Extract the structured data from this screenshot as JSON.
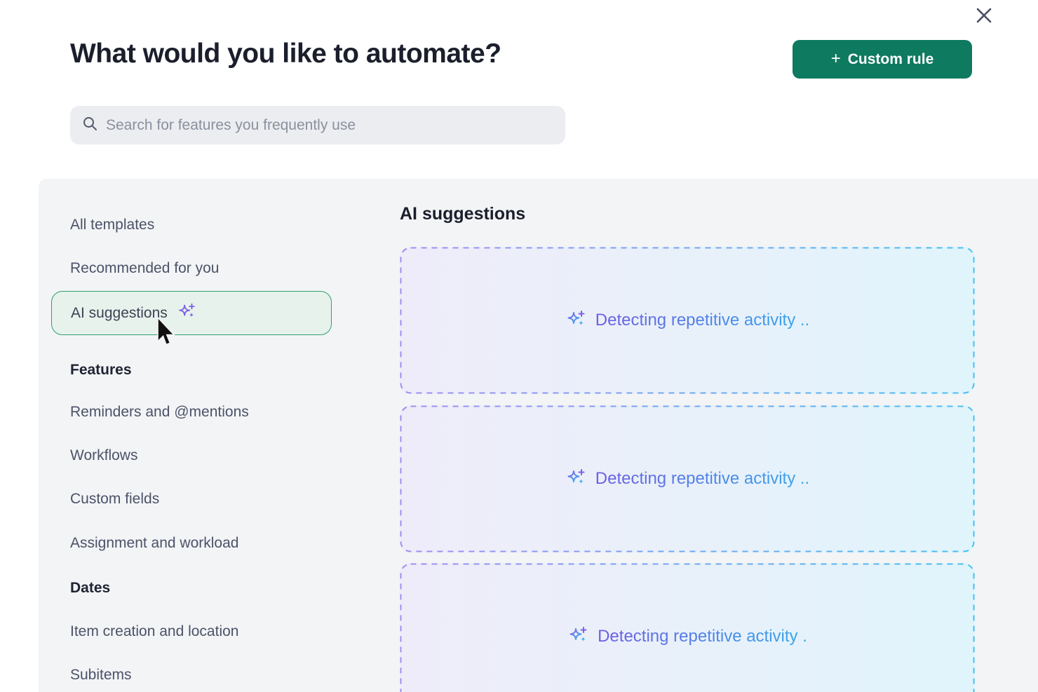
{
  "modal": {
    "title": "What would you like to automate?",
    "close_icon": "x-icon",
    "custom_rule_button": {
      "plus": "+",
      "label": "Custom rule",
      "color": "#0e7a60"
    },
    "search": {
      "placeholder": "Search for features you frequently use",
      "value": "",
      "icon": "magnifier"
    }
  },
  "sidebar": {
    "items": [
      {
        "label": "All templates",
        "type": "item"
      },
      {
        "label": "Recommended for you",
        "type": "item"
      },
      {
        "label": "AI suggestions",
        "type": "item",
        "selected": true,
        "icon": "ai-sparkle"
      },
      {
        "label": "Features",
        "type": "header"
      },
      {
        "label": "Reminders and @mentions",
        "type": "item"
      },
      {
        "label": "Workflows",
        "type": "item"
      },
      {
        "label": "Custom fields",
        "type": "item"
      },
      {
        "label": "Assignment and workload",
        "type": "item"
      },
      {
        "label": "Dates",
        "type": "header"
      },
      {
        "label": "Item creation and location",
        "type": "item"
      },
      {
        "label": "Subitems",
        "type": "item"
      }
    ]
  },
  "content": {
    "heading": "AI suggestions",
    "cards": [
      {
        "label": "Detecting repetitive activity ..",
        "icon": "ai-sparkle"
      },
      {
        "label": "Detecting repetitive activity ..",
        "icon": "ai-sparkle"
      },
      {
        "label": "Detecting repetitive activity .",
        "icon": "ai-sparkle"
      }
    ]
  },
  "colors": {
    "accent_green": "#0e7a60",
    "selected_pill_border": "#2f9e6e",
    "selected_pill_bg": "#e7f2ec",
    "panel_bg": "#f3f4f6",
    "ai_purple": "#7b5fe8",
    "ai_cyan": "#3fb3ea",
    "card_border_gradient": [
      "#a18ef0",
      "#49c0ee"
    ],
    "card_bg_gradient": [
      "#efecfa",
      "#e0f4fc"
    ],
    "label_gradient": [
      "#6f5ce2",
      "#38a8ea"
    ]
  }
}
